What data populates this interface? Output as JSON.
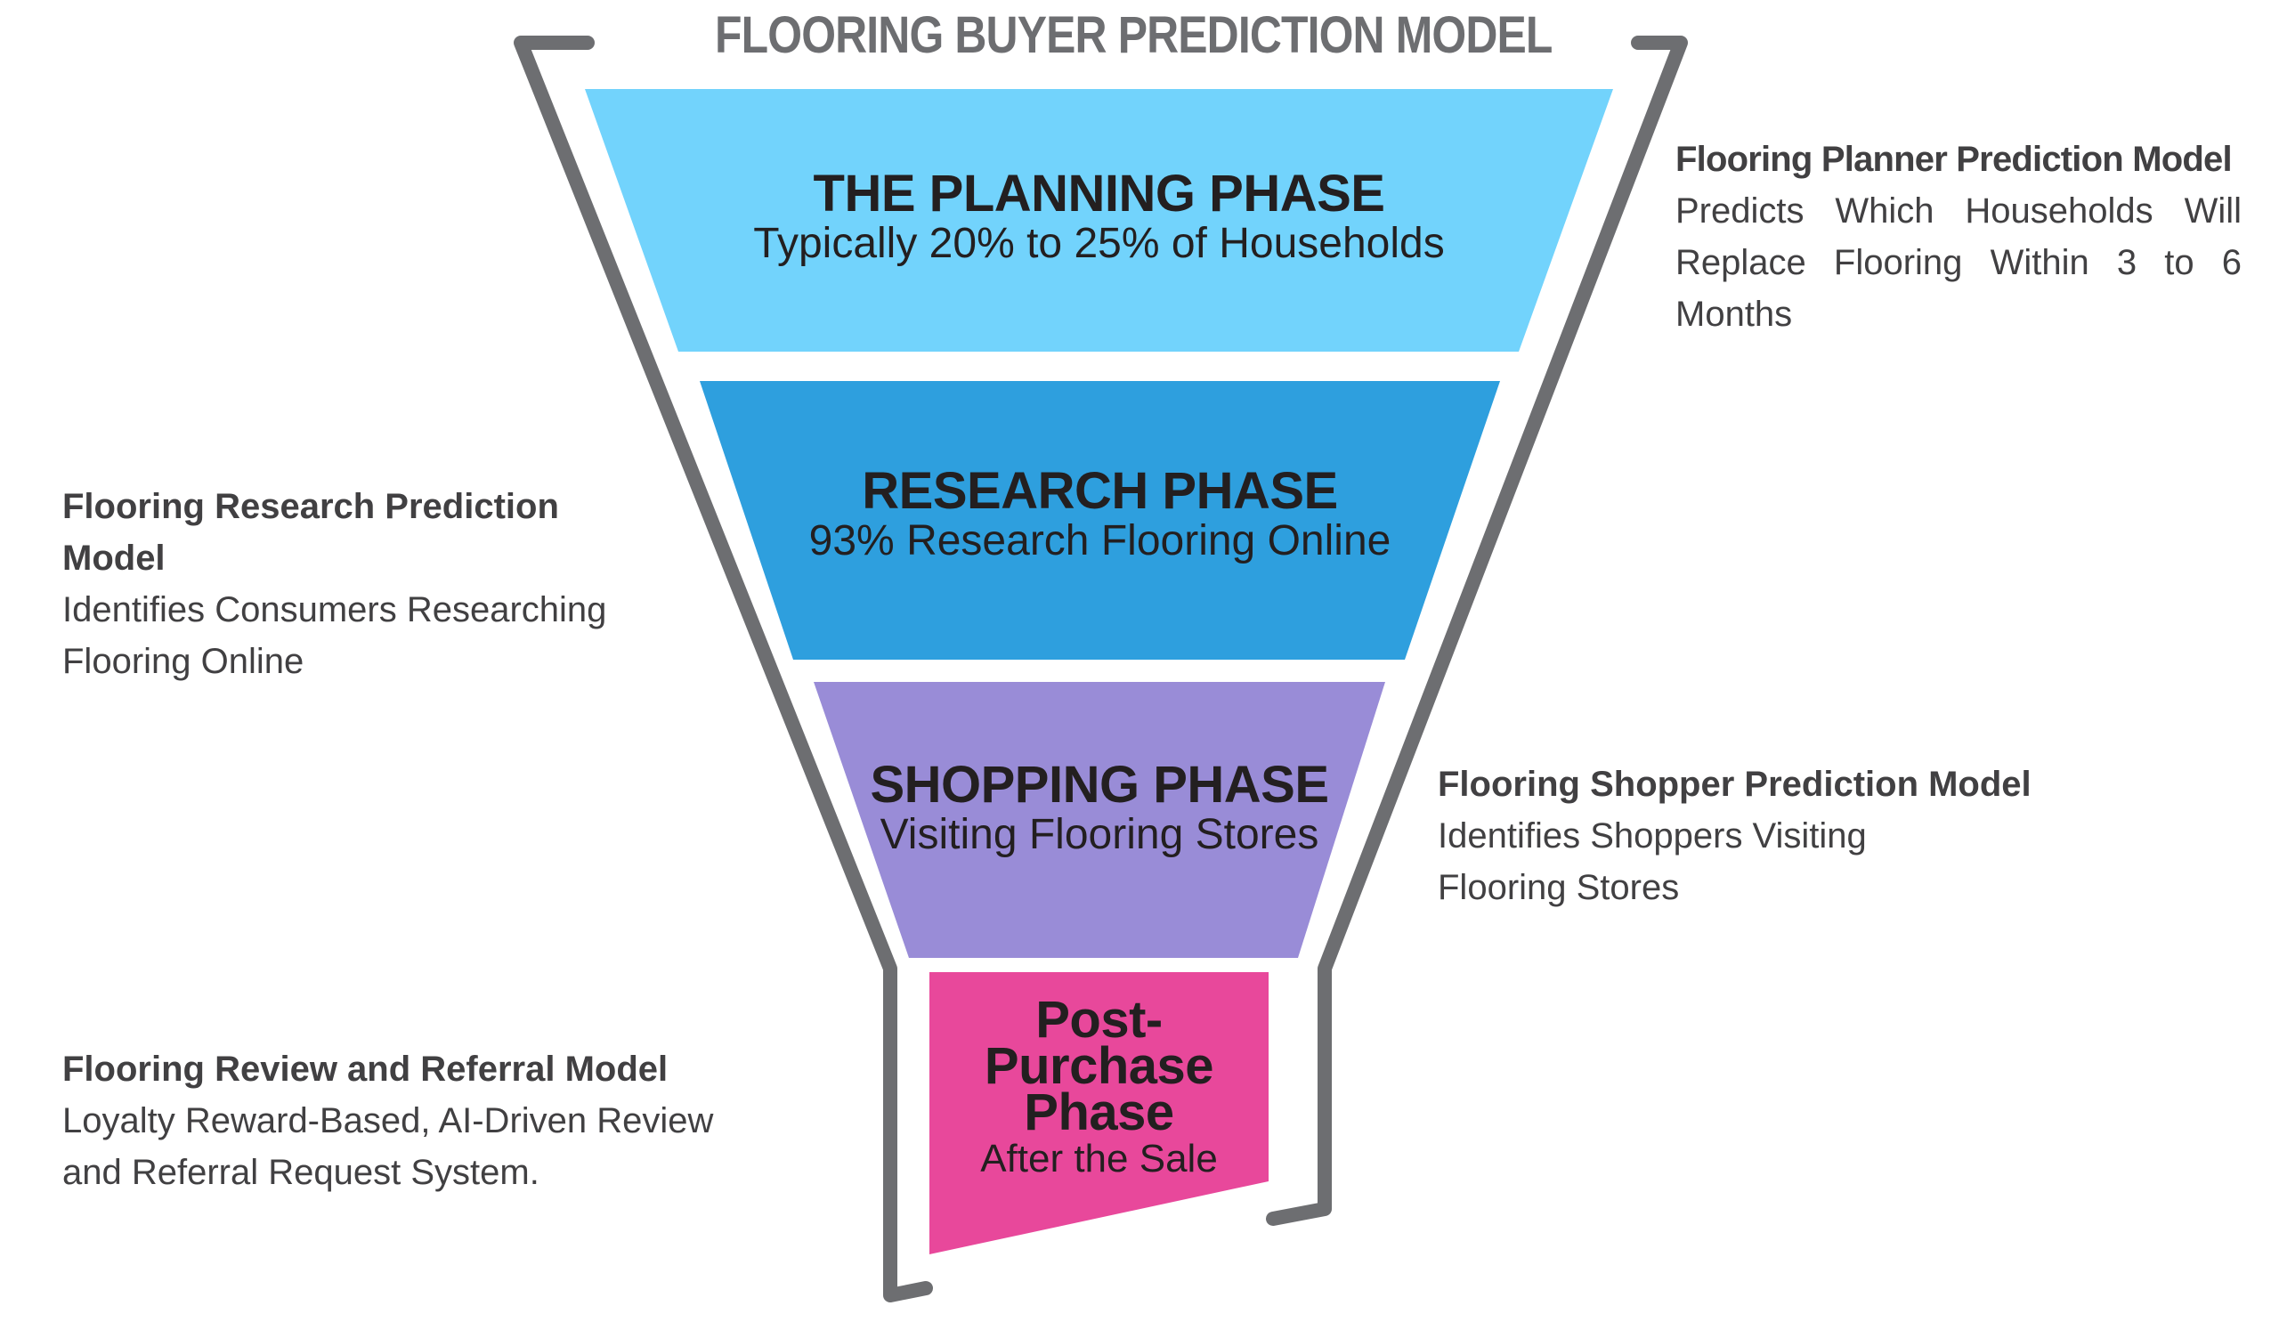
{
  "title": "FLOORING BUYER PREDICTION MODEL",
  "colors": {
    "outline": "#6d6e71",
    "planning": "#72d3fc",
    "research": "#2e9fde",
    "shopping": "#998cd7",
    "post_purchase": "#e8489b",
    "phase_text": "#231f20",
    "side_text": "#414042"
  },
  "phases": [
    {
      "heading": "THE PLANNING PHASE",
      "subtitle": "Typically 20% to 25% of Households"
    },
    {
      "heading": "RESEARCH PHASE",
      "subtitle": "93% Research Flooring Online"
    },
    {
      "heading": "SHOPPING PHASE",
      "subtitle": "Visiting Flooring Stores"
    },
    {
      "heading_lines": [
        "Post-",
        "Purchase",
        "Phase"
      ],
      "subtitle": "After the Sale"
    }
  ],
  "models": [
    {
      "title": "Flooring Planner Prediction Model",
      "description": "Predicts Which Households Will Replace Flooring Within 3 to 6 Months"
    },
    {
      "title": "Flooring Research Prediction Model",
      "description": "Identifies Consumers Researching Flooring Online"
    },
    {
      "title": "Flooring Shopper Prediction Model",
      "description": "Identifies Shoppers Visiting Flooring Stores"
    },
    {
      "title": "Flooring Review and Referral Model",
      "description": "Loyalty Reward-Based, AI-Driven Review and Referral Request System."
    }
  ]
}
